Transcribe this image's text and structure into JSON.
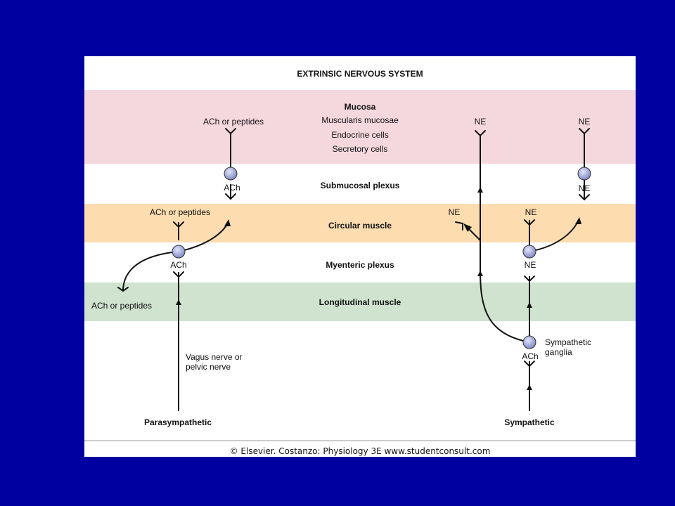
{
  "diagram": {
    "header": "EXTRINSIC NERVOUS SYSTEM",
    "layers": {
      "mucosa": {
        "title": "Mucosa",
        "items": [
          "Muscularis mucosae",
          "Endocrine cells",
          "Secretory cells"
        ],
        "color": "#f5d7de"
      },
      "submucosal": {
        "title": "Submucosal plexus"
      },
      "circular": {
        "title": "Circular muscle",
        "color": "#fddcb0"
      },
      "myenteric": {
        "title": "Myenteric plexus"
      },
      "longitudinal": {
        "title": "Longitudinal muscle",
        "color": "#cfe3cf"
      }
    },
    "parasympathetic": {
      "title": "Parasympathetic",
      "nerve_label": [
        "Vagus nerve or",
        "pelvic nerve"
      ],
      "labels": {
        "mucosa_terminal": "ACh or peptides",
        "submucosal_synapse": "ACh",
        "circular_terminal": "ACh or peptides",
        "myenteric_synapse": "ACh",
        "longitudinal_terminal": "ACh or peptides"
      }
    },
    "sympathetic": {
      "title": "Sympathetic",
      "ganglia_label": [
        "Sympathetic",
        "ganglia"
      ],
      "labels": {
        "mucosa_ne_left": "NE",
        "mucosa_ne_right": "NE",
        "submucosal_ne": "NE",
        "circular_ne_branch": "NE",
        "circular_ne_terminal": "NE",
        "myenteric_ne": "NE",
        "ganglia_ach": "ACh"
      }
    },
    "neuron_color": "#9aa3d6",
    "copyright": "© Elsevier. Costanzo: Physiology 3E www.studentconsult.com"
  }
}
